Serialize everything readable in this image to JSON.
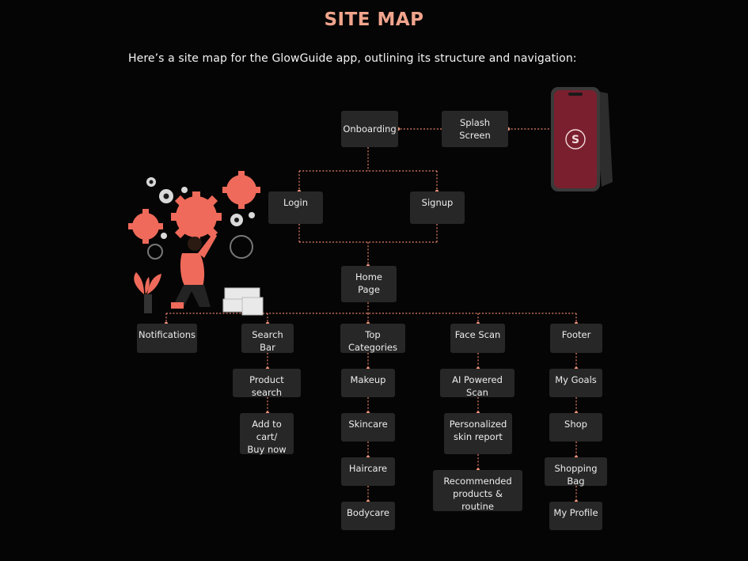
{
  "header": {
    "title": "SITE MAP",
    "intro": "Here’s a site map for the GlowGuide app, outlining its structure and navigation:"
  },
  "colors": {
    "accent": "#f0957c",
    "node_fill": "#272727",
    "background": "#050505",
    "phone_screen": "#7a1f2e"
  },
  "nodes": {
    "onboarding": "Onboarding",
    "splash": "Splash Screen",
    "login": "Login",
    "signup": "Signup",
    "home": "Home Page",
    "notifications": "Notifications",
    "search_bar": "Search Bar",
    "product_search": "Product search",
    "add_to_cart": "Add to cart/\nBuy now",
    "top_categories": "Top Categories",
    "makeup": "Makeup",
    "skincare": "Skincare",
    "haircare": "Haircare",
    "bodycare": "Bodycare",
    "face_scan": "Face Scan",
    "ai_scan": "AI Powered Scan",
    "skin_report": "Personalized\nskin report",
    "recommended": "Recommended\nproducts & routine",
    "footer": "Footer",
    "my_goals": "My Goals",
    "shop": "Shop",
    "shopping_bag": "Shopping Bag",
    "my_profile": "My Profile"
  },
  "illustration": {
    "icon": "person-with-gears-icon"
  },
  "phone": {
    "icon": "glowguide-logo-icon"
  }
}
